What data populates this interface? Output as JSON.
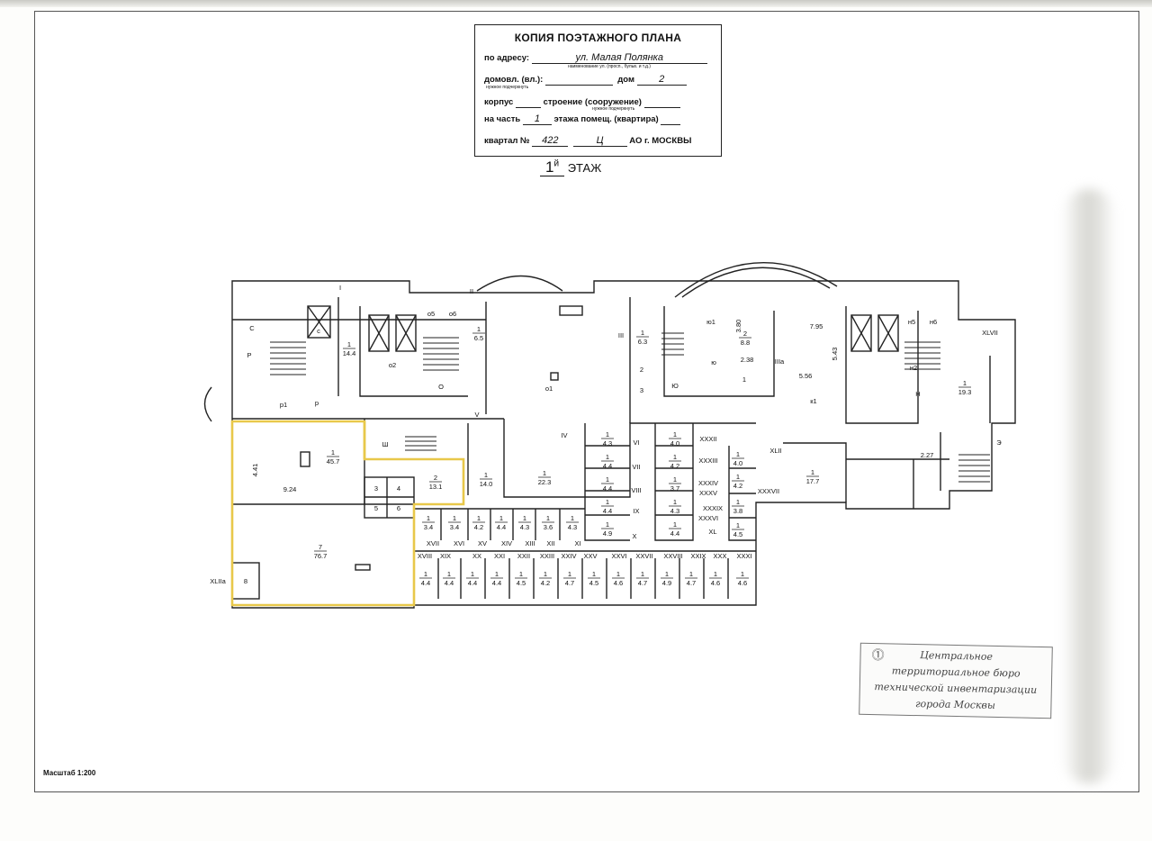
{
  "header": {
    "title": "КОПИЯ ПОЭТАЖНОГО ПЛАНА",
    "address_label": "по адресу:",
    "address_value": "ул. Малая Полянка",
    "address_hint": "наименование ул. (просп., бульв. и т.д.)",
    "domovl_label": "домовл. (вл.):",
    "domovl_hint": "нужное подчеркнуть",
    "dom_label": "дом",
    "dom_value": "2",
    "korpus_label": "корпус",
    "stroenie_label": "строение (сооружение)",
    "stroenie_hint": "нужное подчеркнуть",
    "chast_label": "на часть",
    "chast_value": "1",
    "etazha_label": "этажа помещ. (квартира)",
    "kvartal_label": "квартал №",
    "kvartal_value": "422",
    "ao_value": "Ц",
    "ao_label": "АО г. МОСКВЫ"
  },
  "floor": {
    "number": "1",
    "suffix": "й",
    "label": "ЭТАЖ"
  },
  "scale_label": "Масштаб 1:200",
  "stamp": {
    "lines": [
      "Центральное",
      "территориальное бюро",
      "технической инвентаризации",
      "города Москвы"
    ]
  },
  "colors": {
    "highlight": "#e8c84a",
    "line": "#222222"
  },
  "rooms": [
    {
      "id": "r1",
      "num": "1",
      "area": "45.7"
    },
    {
      "id": "r2",
      "num": "2",
      "area": "13.1"
    },
    {
      "id": "r7",
      "num": "7",
      "area": "76.7"
    },
    {
      "id": "r3",
      "num": "3"
    },
    {
      "id": "r4",
      "num": "4"
    },
    {
      "id": "r5",
      "num": "5"
    },
    {
      "id": "r6",
      "num": "6"
    },
    {
      "id": "r8",
      "num": "8"
    },
    {
      "id": "r14",
      "num": "1",
      "area": "14.4"
    },
    {
      "id": "r65",
      "num": "1",
      "area": "6.5"
    },
    {
      "id": "r63",
      "num": "1",
      "area": "6.3"
    },
    {
      "id": "r88",
      "num": "2",
      "area": "8.8"
    },
    {
      "id": "r193",
      "num": "1",
      "area": "19.3"
    },
    {
      "id": "r177",
      "num": "1",
      "area": "17.7"
    },
    {
      "id": "r140",
      "num": "1",
      "area": "14.0"
    },
    {
      "id": "r223",
      "num": "1",
      "area": "22.3"
    }
  ],
  "dims": [
    "4.41",
    "9.24",
    "3.80",
    "2.38",
    "7.95",
    "5.43",
    "5.56",
    "2.27"
  ],
  "letters": [
    "С",
    "Р",
    "р",
    "р1",
    "с",
    "о5",
    "о6",
    "о2",
    "О",
    "о1",
    "III",
    "2",
    "3",
    "ю1",
    "ю",
    "Ю",
    "1",
    "IIIа",
    "к1",
    "н5",
    "н6",
    "н2",
    "Н",
    "Э",
    "Ш",
    "V",
    "IV",
    "I",
    "II",
    "XLVII",
    "XLIIа",
    "XLII",
    "XL",
    "XXXVII",
    "XXXIX",
    "XXXII",
    "XXXIII",
    "XXXIV",
    "XXXV",
    "XXXVI",
    "VI",
    "VII",
    "VIII",
    "IX",
    "X",
    "XI",
    "XII",
    "XIII",
    "XIV",
    "XV",
    "XVI",
    "XVII",
    "XVIII",
    "XIX",
    "XX",
    "XXI",
    "XXII",
    "XXIII",
    "XXIV",
    "XXV",
    "XXVI",
    "XXVII",
    "XXVIII",
    "XXIX",
    "XXX",
    "XXXI"
  ],
  "cells_top": [
    {
      "area": "3.4"
    },
    {
      "area": "3.4"
    },
    {
      "area": "4.2"
    },
    {
      "area": "4.4"
    },
    {
      "area": "4.3"
    },
    {
      "area": "3.6"
    },
    {
      "area": "4.3"
    }
  ],
  "cells_bottom": [
    {
      "area": "4.4"
    },
    {
      "area": "4.4"
    },
    {
      "area": "4.4"
    },
    {
      "area": "4.4"
    },
    {
      "area": "4.5"
    },
    {
      "area": "4.2"
    },
    {
      "area": "4.7"
    },
    {
      "area": "4.5"
    },
    {
      "area": "4.6"
    },
    {
      "area": "4.7"
    },
    {
      "area": "4.9"
    },
    {
      "area": "4.7"
    },
    {
      "area": "4.6"
    },
    {
      "area": "4.6"
    }
  ],
  "cells_col_a": [
    {
      "area": "4.3"
    },
    {
      "area": "4.4"
    },
    {
      "area": "4.4"
    },
    {
      "area": "4.4"
    },
    {
      "area": "4.9"
    }
  ],
  "cells_col_b": [
    {
      "area": "4.0"
    },
    {
      "area": "4.2"
    },
    {
      "area": "3.7"
    },
    {
      "area": "4.3"
    },
    {
      "area": "4.4"
    }
  ],
  "cells_col_c": [
    {
      "area": "4.0"
    },
    {
      "area": "4.2"
    },
    {
      "area": "3.8"
    },
    {
      "area": "4.5"
    }
  ]
}
